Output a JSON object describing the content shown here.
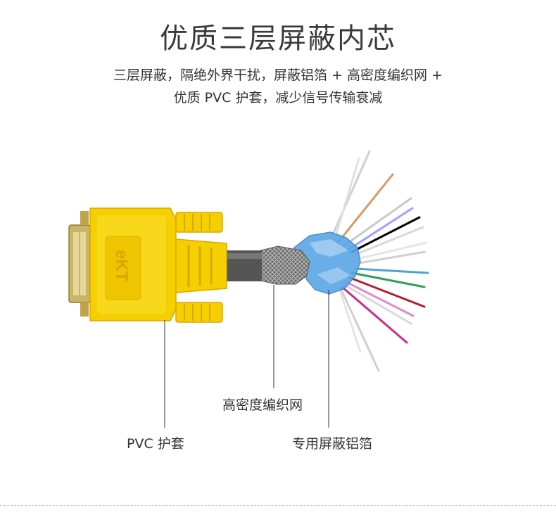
{
  "title": "优质三层屏蔽内芯",
  "subtitle_lines": [
    "三层屏蔽，隔绝外界干扰，屏蔽铝箔 + 高密度编织网 +",
    "优质 PVC 护套，减少信号传输衰减"
  ],
  "connector_logo": "eKT",
  "labels": {
    "braid": "高密度编织网",
    "pvc": "PVC 护套",
    "foil": "专用屏蔽铝箔"
  },
  "colors": {
    "connector_yellow": "#f6cf00",
    "cable_jacket": "#555555",
    "foil_blue": "#5aa6e6",
    "text": "#333333"
  }
}
